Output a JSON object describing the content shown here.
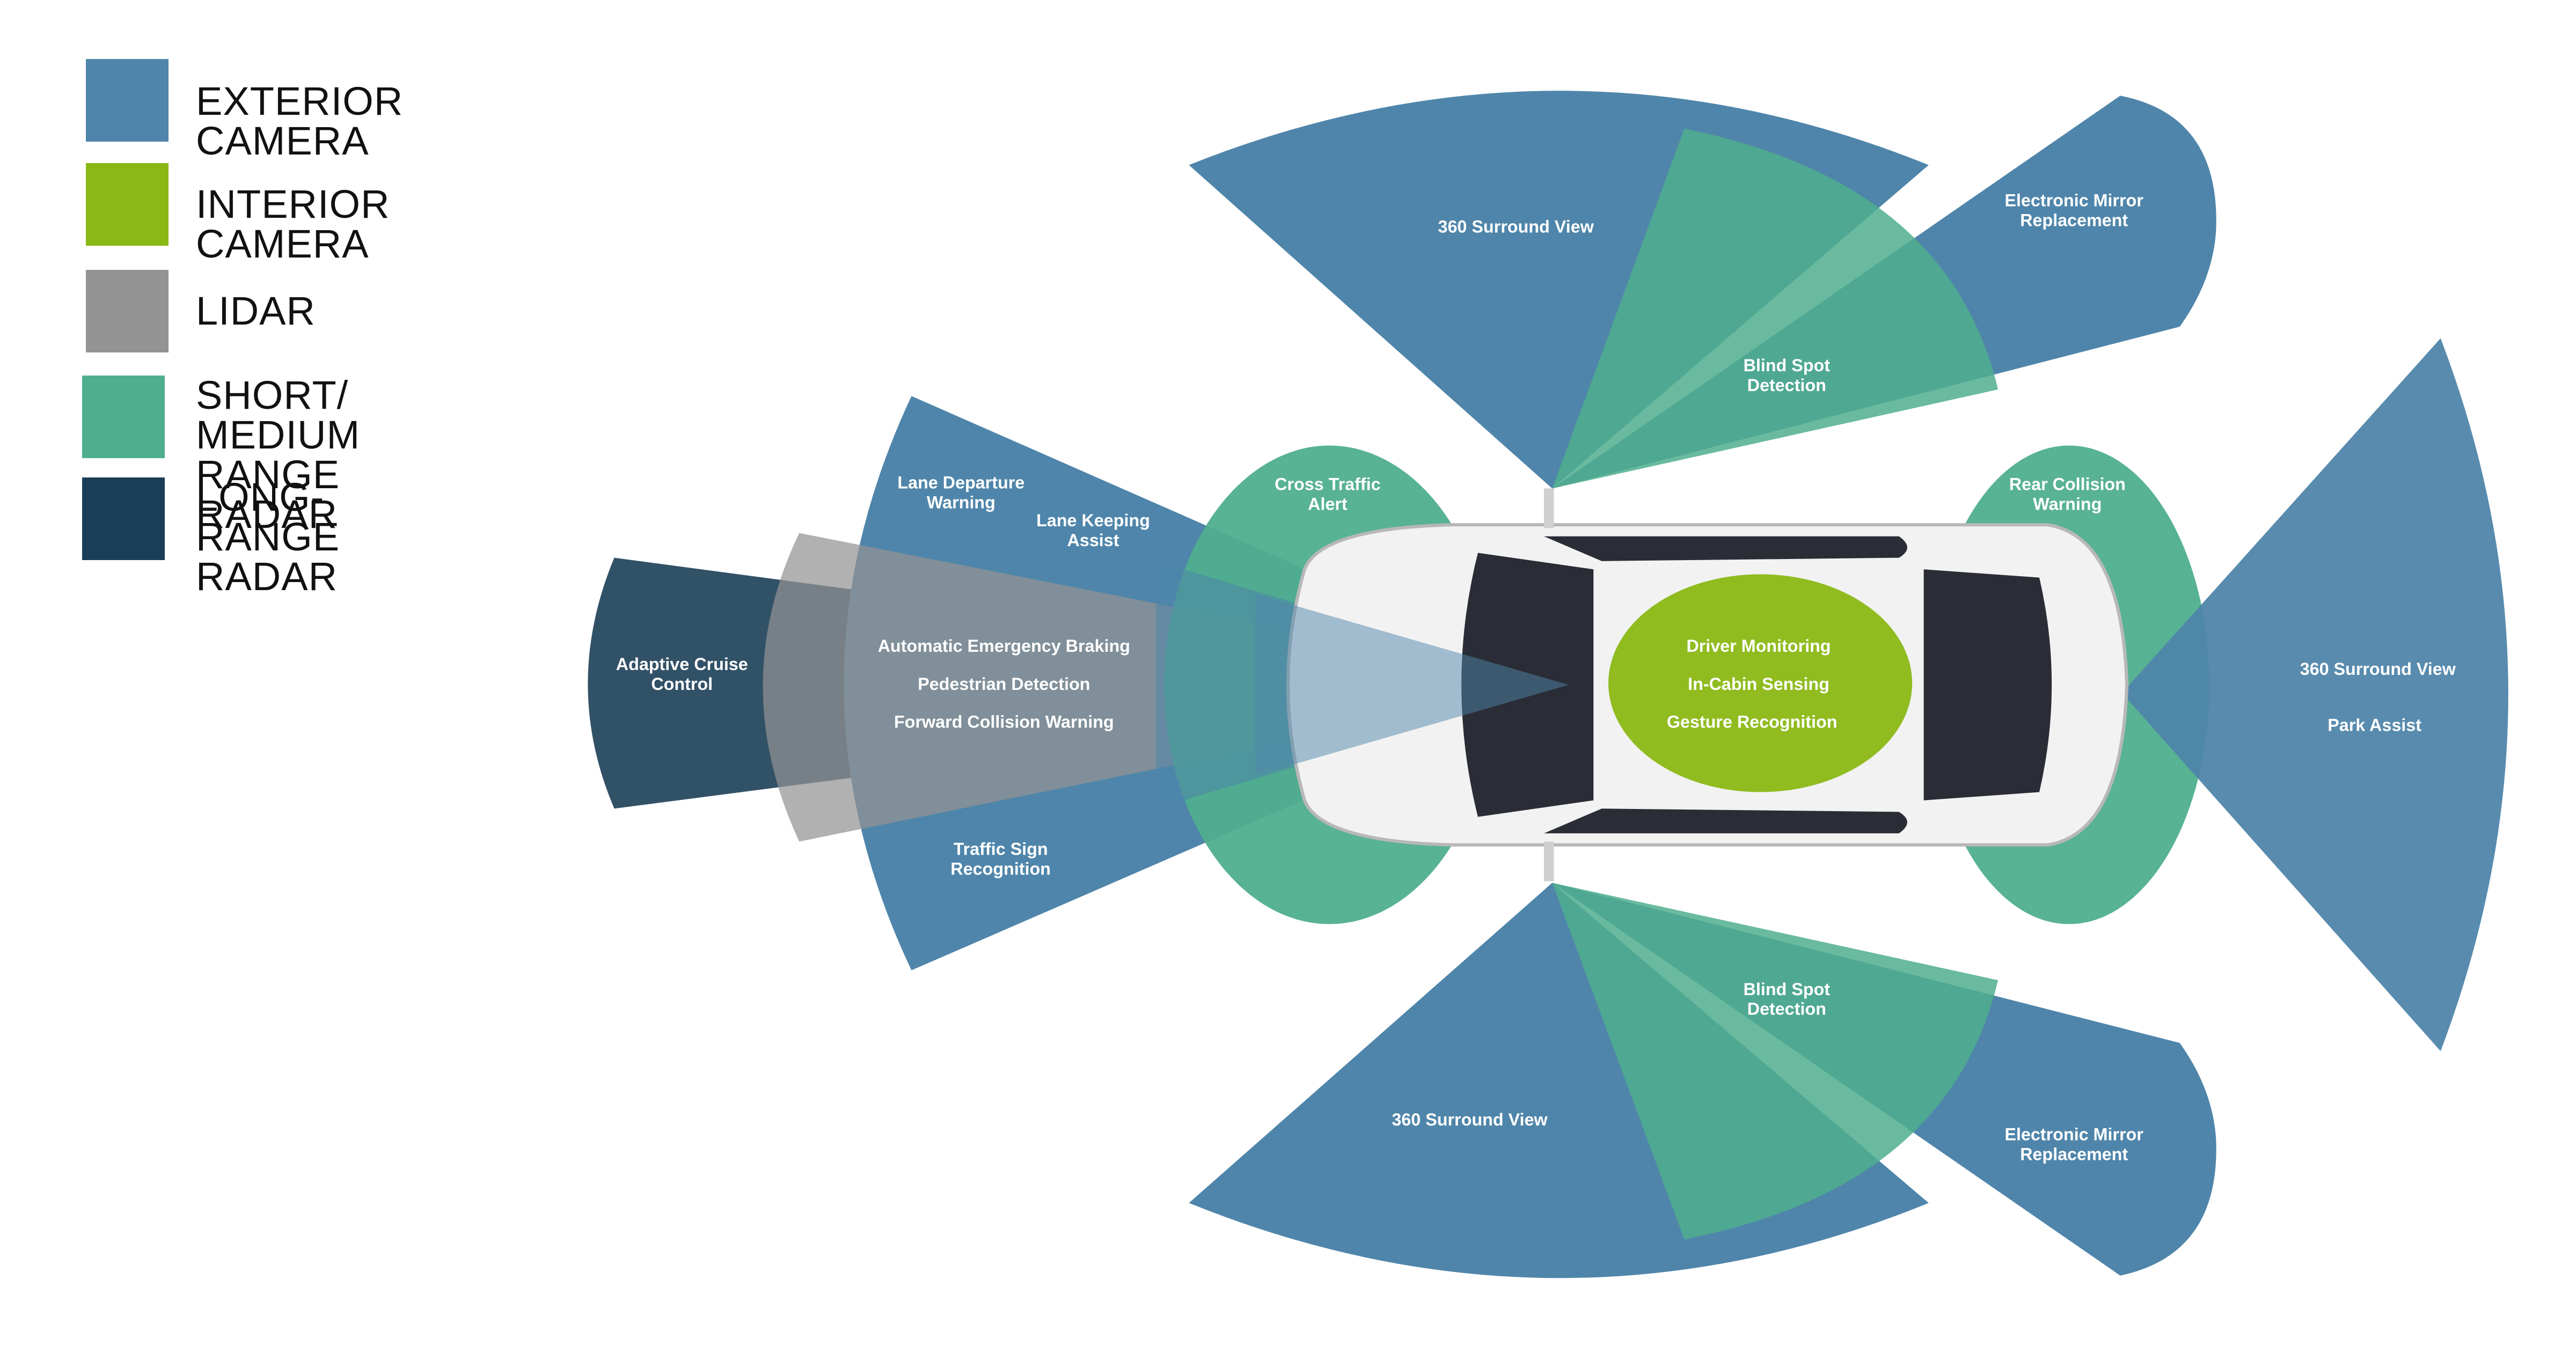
{
  "colors": {
    "exterior_camera": "#4f85aa",
    "interior_camera": "#8ab814",
    "lidar": "#939393",
    "short_medium_radar": "#4fae8e",
    "long_range_radar": "#1b3e57",
    "overlap_green": "#1a8a77",
    "car_body": "#f2f2f2",
    "car_glass": "#2a2d36",
    "label_text": "#ffffff",
    "legend_text": "#111111"
  },
  "legend": [
    {
      "key": "exterior_camera",
      "label": "EXTERIOR CAMERA"
    },
    {
      "key": "interior_camera",
      "label": "INTERIOR CAMERA"
    },
    {
      "key": "lidar",
      "label": "LIDAR"
    },
    {
      "key": "short_medium_radar",
      "label": "SHORT/ MEDIUM\nRANGE RADAR"
    },
    {
      "key": "long_range_radar",
      "label": "LONG-RANGE\nRADAR"
    }
  ],
  "zones": {
    "adaptive_cruise": {
      "sensor": "long_range_radar",
      "lines": [
        "Adaptive Cruise",
        "Control"
      ]
    },
    "lane_departure": {
      "sensor": "exterior_camera",
      "lines": [
        "Lane Departure",
        "Warning"
      ]
    },
    "lane_keeping": {
      "sensor": "exterior_camera",
      "lines": [
        "Lane Keeping",
        "Assist"
      ]
    },
    "front_features": {
      "sensor": "lidar",
      "lines": [
        "Automatic Emergency Braking",
        "Pedestrian Detection",
        "Forward Collision Warning"
      ]
    },
    "traffic_sign": {
      "sensor": "exterior_camera",
      "lines": [
        "Traffic Sign",
        "Recognition"
      ]
    },
    "cross_traffic": {
      "sensor": "short_medium_radar",
      "lines": [
        "Cross Traffic",
        "Alert"
      ]
    },
    "rear_collision": {
      "sensor": "short_medium_radar",
      "lines": [
        "Rear Collision",
        "Warning"
      ]
    },
    "interior": {
      "sensor": "interior_camera",
      "lines": [
        "Driver Monitoring",
        "In-Cabin Sensing",
        "Gesture Recognition"
      ]
    },
    "top_surround": {
      "sensor": "exterior_camera",
      "lines": [
        "360 Surround View"
      ]
    },
    "top_blind_spot": {
      "sensor": "short_medium_radar",
      "lines": [
        "Blind Spot",
        "Detection"
      ]
    },
    "top_mirror": {
      "sensor": "exterior_camera",
      "lines": [
        "Electronic Mirror",
        "Replacement"
      ]
    },
    "rear_surround": {
      "sensor": "exterior_camera",
      "lines": [
        "360 Surround View",
        "Park Assist"
      ]
    },
    "bottom_surround": {
      "sensor": "exterior_camera",
      "lines": [
        "360 Surround View"
      ]
    },
    "bottom_blind_spot": {
      "sensor": "short_medium_radar",
      "lines": [
        "Blind Spot",
        "Detection"
      ]
    },
    "bottom_mirror": {
      "sensor": "exterior_camera",
      "lines": [
        "Electronic Mirror",
        "Replacement"
      ]
    }
  }
}
